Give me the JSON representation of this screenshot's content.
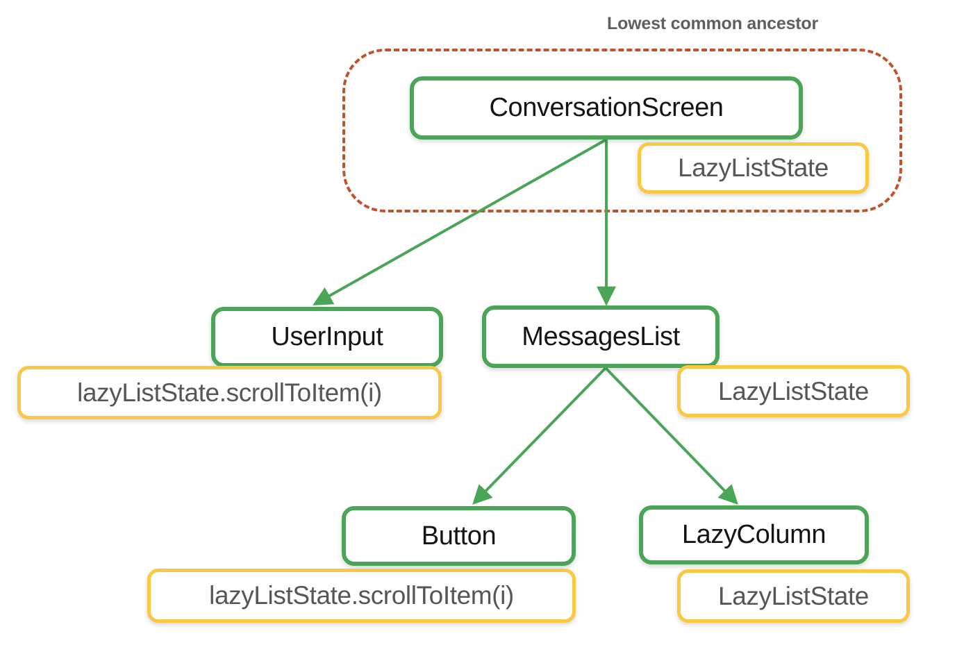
{
  "annotation": {
    "lowest_common_ancestor_label": "Lowest common ancestor"
  },
  "colors": {
    "composable_border": "#4aa557",
    "state_border": "#fbc846",
    "lca_dashed_border": "#c0522d",
    "edge": "#4aa557",
    "composable_text": "#141414",
    "state_text": "#565656",
    "annotation_text": "#5f5f5f",
    "background": "#ffffff"
  },
  "nodes": {
    "conversation_screen": {
      "label": "ConversationScreen",
      "type": "composable"
    },
    "conversation_screen_state": {
      "label": "LazyListState",
      "type": "state"
    },
    "user_input": {
      "label": "UserInput",
      "type": "composable"
    },
    "user_input_state": {
      "label": "lazyListState.scrollToItem(i)",
      "type": "state"
    },
    "messages_list": {
      "label": "MessagesList",
      "type": "composable"
    },
    "messages_list_state": {
      "label": "LazyListState",
      "type": "state"
    },
    "button": {
      "label": "Button",
      "type": "composable"
    },
    "button_state": {
      "label": "lazyListState.scrollToItem(i)",
      "type": "state"
    },
    "lazy_column": {
      "label": "LazyColumn",
      "type": "composable"
    },
    "lazy_column_state": {
      "label": "LazyListState",
      "type": "state"
    }
  },
  "edges": [
    {
      "from": "conversation_screen",
      "to": "user_input"
    },
    {
      "from": "conversation_screen",
      "to": "messages_list"
    },
    {
      "from": "messages_list",
      "to": "button"
    },
    {
      "from": "messages_list",
      "to": "lazy_column"
    }
  ]
}
